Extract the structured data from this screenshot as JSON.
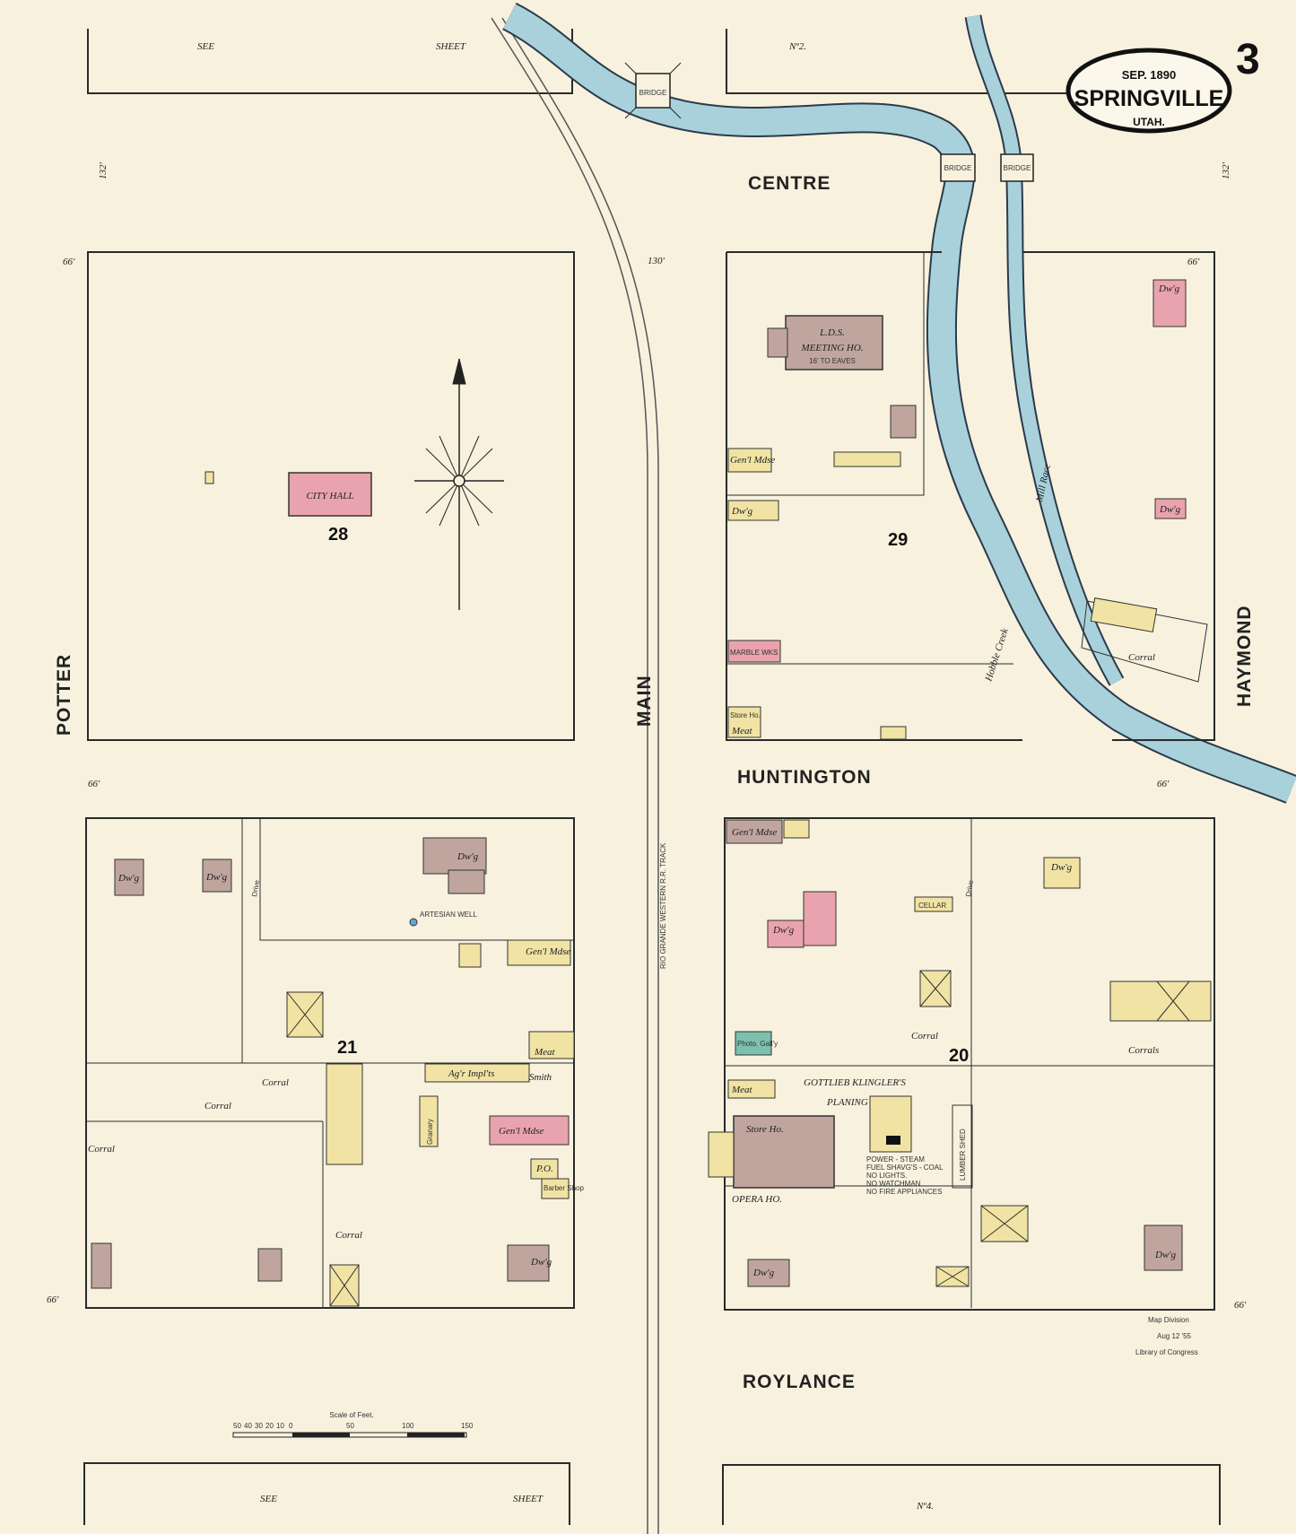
{
  "map": {
    "sheet_number": "3",
    "title_box": {
      "date": "SEP. 1890",
      "town": "SPRINGVILLE",
      "state": "UTAH."
    },
    "see_sheet_top_left": [
      "SEE",
      "SHEET"
    ],
    "see_sheet_top_right": "Nº2.",
    "see_sheet_bottom_left": [
      "SEE",
      "SHEET"
    ],
    "see_sheet_bottom_right": "Nº4.",
    "streets": {
      "centre": "CENTRE",
      "huntington": "HUNTINGTON",
      "roylance": "ROYLANCE",
      "potter": "POTTER",
      "main": "MAIN",
      "haymond": "HAYMOND"
    },
    "blocks": {
      "b28": "28",
      "b29": "29",
      "b21": "21",
      "b20": "20"
    },
    "waterways": {
      "creek": "Hobble Creek",
      "race": "Mill Race",
      "bridge": "BRIDGE"
    },
    "railroad": "RIO GRANDE WESTERN R.R. TRACK",
    "buildings": {
      "city_hall": "CITY HALL",
      "lds_line1": "L.D.S.",
      "lds_line2": "MEETING HO.",
      "lds_note": "16' TO EAVES",
      "dwelling": "Dw'g",
      "genl_mdse": "Gen'l Mdse",
      "agr_impts": "Ag'r Impl'ts",
      "smith": "Smith",
      "meat": "Meat",
      "po": "P.O.",
      "corral": "Corral",
      "corrals": "Corrals",
      "granary": "Granary",
      "cellar": "CELLAR",
      "drive": "Drive",
      "opera_ho": "OPERA HO.",
      "planing_mill_line1": "GOTTLIEB KLINGLER'S",
      "planing_mill_line2": "PLANING MILL.",
      "mill_notes": [
        "POWER - STEAM",
        "FUEL SHAVG'S - COAL",
        "NO LIGHTS.",
        "NO WATCHMAN",
        "NO FIRE APPLIANCES"
      ],
      "lumber_shed": "LUMBER SHED",
      "marble_wks": "MARBLE WKS",
      "store_ho": "Store Ho.",
      "photo_gall": "Photo. Gall'y",
      "barber": "Barber Shop",
      "artesian_well": "ARTESIAN WELL"
    },
    "street_widths": {
      "w66": "66'",
      "w132": "132'",
      "w130": "130'"
    },
    "scale": {
      "label": "Scale of Feet.",
      "ticks": [
        "50",
        "40",
        "30",
        "20",
        "10",
        "0",
        "50",
        "100",
        "150"
      ]
    },
    "stamp": {
      "line1": "Map Division",
      "line2": "Aug 12 '55",
      "line3": "Library of Congress"
    }
  },
  "colors": {
    "paper": "#f7f1de",
    "brick": "#e9a3ae",
    "frame": "#f1e3a3",
    "stone": "#bfa59e",
    "water": "#a8d1dc",
    "ink": "#2a2a2a"
  }
}
